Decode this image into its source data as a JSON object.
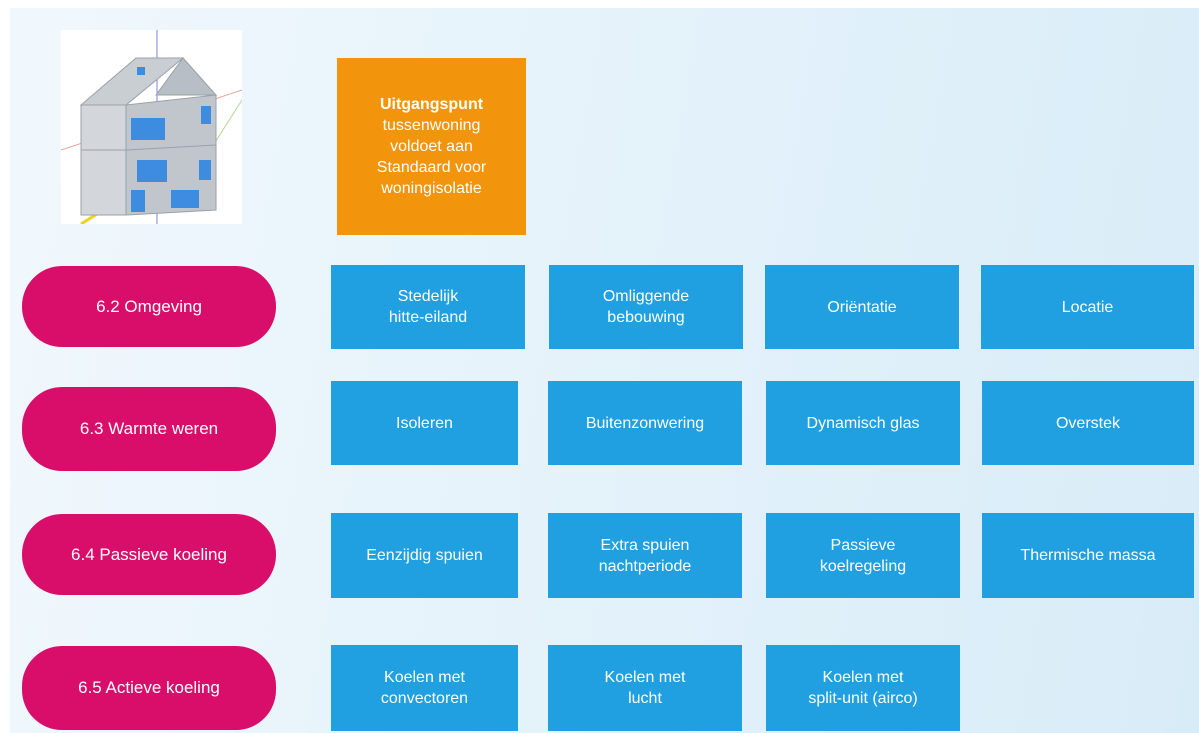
{
  "start": {
    "title": "Uitgangspunt",
    "body": "tussenwoning\nvoldoet aan\nStandaard voor\nwoningisolatie"
  },
  "rows": [
    {
      "category": "6.2 Omgeving",
      "measures": [
        "Stedelijk\nhitte-eiland",
        "Omliggende\nbebouwing",
        "Oriëntatie",
        "Locatie"
      ]
    },
    {
      "category": "6.3 Warmte weren",
      "measures": [
        "Isoleren",
        "Buitenzonwering",
        "Dynamisch glas",
        "Overstek"
      ]
    },
    {
      "category": "6.4 Passieve koeling",
      "measures": [
        "Eenzijdig spuien",
        "Extra spuien\nnachtperiode",
        "Passieve\nkoelregeling",
        "Thermische massa"
      ]
    },
    {
      "category": "6.5 Actieve koeling",
      "measures": [
        "Koelen met\nconvectoren",
        "Koelen met\nlucht",
        "Koelen met\nsplit-unit (airco)"
      ]
    }
  ],
  "colors": {
    "category": "#d90e6b",
    "measure": "#20a0e0",
    "start": "#f2950d"
  },
  "icons": {
    "house": "house-3d-model-image"
  }
}
